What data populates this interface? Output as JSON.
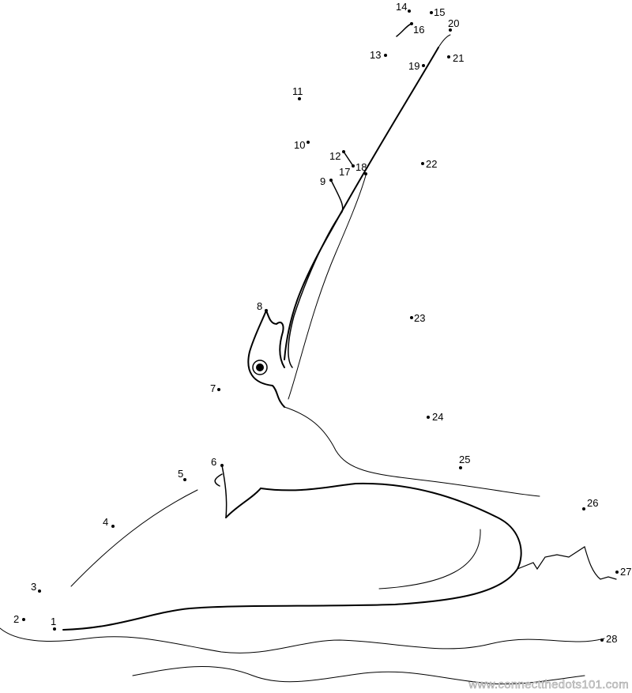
{
  "puzzle": {
    "dot_labels": [
      "1",
      "2",
      "3",
      "4",
      "5",
      "6",
      "7",
      "8",
      "9",
      "10",
      "11",
      "12",
      "13",
      "14",
      "15",
      "16",
      "17",
      "18",
      "19",
      "20",
      "21",
      "22",
      "23",
      "24",
      "25",
      "26",
      "27",
      "28"
    ],
    "ink_color": "#000000"
  },
  "watermark": "www.connectthedots101.com"
}
